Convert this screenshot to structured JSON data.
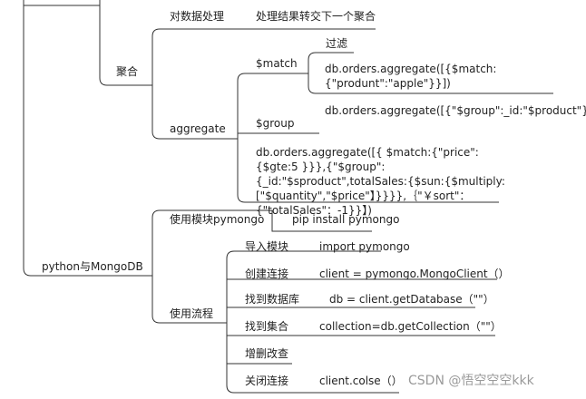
{
  "aggregate_group": {
    "label": "聚合",
    "branch1_label": "对数据处理",
    "branch1_value": "处理结果转交下一个聚合",
    "branch2_label": "aggregate",
    "match_label": "$match",
    "match_desc": "过滤",
    "match_code": "db.orders.aggregate([{$match:{\"produnt\":\"apple\"}}])",
    "group_label": "$group",
    "group_code": "db.orders.aggregate([{\"$group\":_id:\"$product\"}])",
    "combined_code": "db.orders.aggregate([{ $match:{\"price\":{$gte:5 }}},{\"$group\":{_id:\"$sproduct\",totalSales:{$sun:{$multiply:[\"$quantity\",\"$price\"】}}}},｛\"￥sort\"：{\"totalSales\"：-1}}】)"
  },
  "python_group": {
    "label": "python与MongoDB",
    "module_label": "使用模块pymongo",
    "module_value": "pip install pymongo",
    "flow_label": "使用流程",
    "steps": [
      {
        "label": "导入模块",
        "value": "import pymongo"
      },
      {
        "label": "创建连接",
        "value": "client = pymongo.MongoClient（）"
      },
      {
        "label": "找到数据库",
        "value": "db = client.getDatabase（\"\"）"
      },
      {
        "label": "找到集合",
        "value": "collection=db.getCollection（\"\"）"
      },
      {
        "label": "增删改查",
        "value": ""
      },
      {
        "label": "关闭连接",
        "value": "client.colse（）"
      }
    ]
  },
  "watermark": "CSDN @悟空空空kkk"
}
